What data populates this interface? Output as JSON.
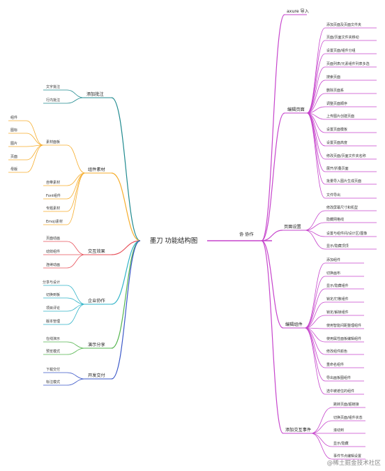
{
  "center": "墨刀 功能结构图",
  "watermark": "@稀土掘金技术社区",
  "colors": {
    "magenta": "#c644cc",
    "teal": "#1f8a8f",
    "orange": "#f6ad2c",
    "red": "#e7505a",
    "cyan": "#2fb3c8",
    "green": "#55b54f",
    "blue": "#3a57c8"
  },
  "right": {
    "axure": "axure 导入",
    "collab": "协 协作",
    "edit_pages": {
      "label": "编辑页面",
      "children": [
        "添加页面及页面文件夹",
        "页面/页面文件夹移动",
        "设置页面/组件分组",
        "页面列表/元素组件列表多选",
        "搜索页面",
        "删除页面系",
        "调整页面顺序",
        "上传图片创建页面",
        "设置页面模板",
        "设置页面高度",
        "修改页面/页面文件夹名称",
        "展开/折叠页面",
        "批量导入图片生成页面",
        "文件导出"
      ]
    },
    "page_settings": {
      "label": "页面设置",
      "children": [
        "修改屏幕尺寸和机型",
        "隐藏网格线",
        "设置与组件间/设计区/图像",
        "显示/隐藏顶顶"
      ]
    },
    "edit_components": {
      "label": "编辑组件",
      "children": [
        "添加组件",
        "切换画布",
        "显示/隐藏组件",
        "锁定/打散组件",
        "锁定/解锁组件",
        "使用智能间距整理组件",
        "使用属性面板编辑组件",
        "修改组件颜色",
        "重命名组件",
        "导出画板图组件",
        "选中被遮住的组件"
      ]
    },
    "interactions": {
      "label": "添加交互事件",
      "children": [
        "跳转页面/超链接",
        "切换页面/组件状态",
        "滚动到",
        "显示/隐藏",
        "事件节点编辑设置"
      ]
    }
  },
  "left": {
    "annotations": {
      "label": "添加批注",
      "children": [
        "文字批注",
        "行内批注"
      ]
    },
    "materials": {
      "label": "组件素材",
      "children": [
        "素材面板",
        "自带素材",
        "Font组件",
        "专题素材",
        "Emoji素材"
      ],
      "sub": [
        "组件",
        "图标",
        "图片",
        "页面",
        "母版"
      ]
    },
    "effects": {
      "label": "交互效果",
      "children": [
        "页面动画",
        "动效组件",
        "连续动画"
      ]
    },
    "team": {
      "label": "企业协作",
      "children": [
        "分享与设计",
        "切换到板",
        "项目评论",
        "版本管理"
      ]
    },
    "share": {
      "label": "演示分享",
      "children": [
        "在线演示",
        "预览模式"
      ]
    },
    "handoff": {
      "label": "开发交付",
      "children": [
        "下载交付",
        "标注模式"
      ]
    }
  }
}
